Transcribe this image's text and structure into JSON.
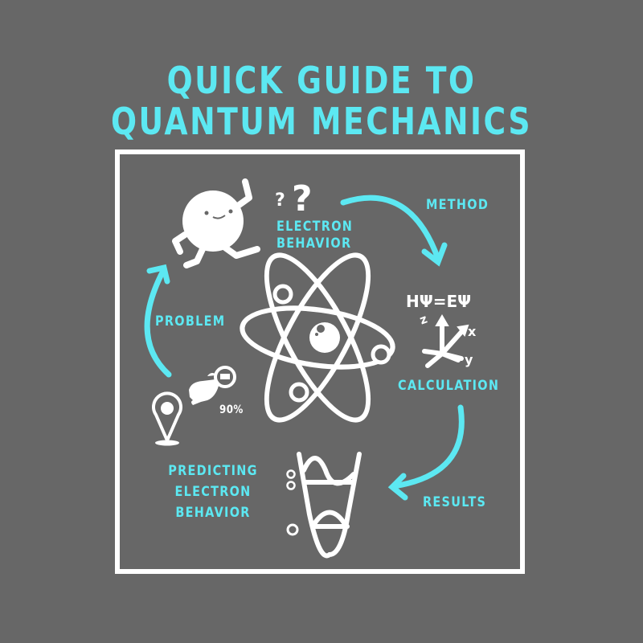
{
  "title": {
    "line1": "QUICK GUIDE TO",
    "line2": "QUANTUM MECHANICS"
  },
  "labels": {
    "electron_behavior_1": "ELECTRON",
    "electron_behavior_2": "BEHAVIOR",
    "method": "METHOD",
    "equation": "HΨ=EΨ",
    "calculation": "CALCULATION",
    "results": "RESULTS",
    "problem": "PROBLEM",
    "predicting_1": "PREDICTING",
    "predicting_2": "ELECTRON",
    "predicting_3": "BEHAVIOR",
    "percent": "90%",
    "axis_x": "x",
    "axis_y": "y",
    "axis_z": "z"
  },
  "icons": [
    "electron-character-icon",
    "question-marks-icon",
    "atom-icon",
    "axes-icon",
    "location-pin-icon",
    "pointing-hand-icon",
    "minus-circle-icon",
    "potential-well-icon"
  ],
  "colors": {
    "background": "#676767",
    "accent": "#5ce8f2",
    "foreground": "#ffffff"
  }
}
